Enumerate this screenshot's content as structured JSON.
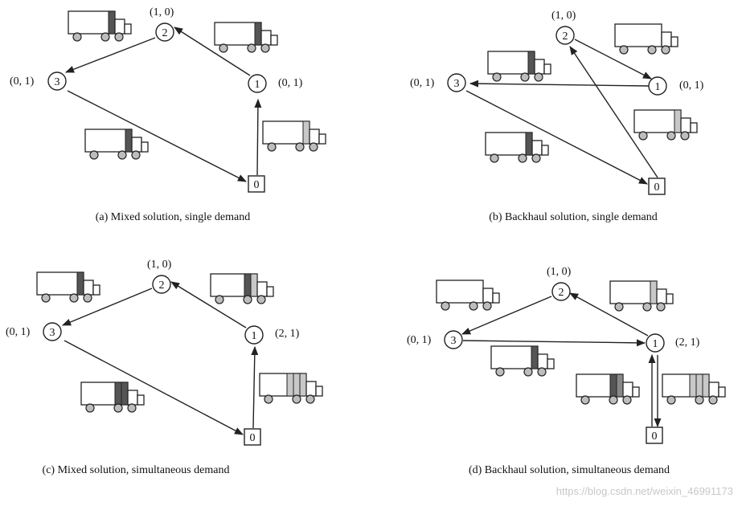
{
  "panels": [
    {
      "caption": "(a) Mixed solution, single demand",
      "nodes": [
        {
          "id": "0",
          "shape": "depot"
        },
        {
          "id": "1",
          "label": "(0, 1)"
        },
        {
          "id": "2",
          "label": "(1, 0)"
        },
        {
          "id": "3",
          "label": "(0, 1)"
        }
      ],
      "route": [
        "0",
        "1",
        "2",
        "3",
        "0"
      ]
    },
    {
      "caption": "(b) Backhaul solution, single demand",
      "nodes": [
        {
          "id": "0",
          "shape": "depot"
        },
        {
          "id": "1",
          "label": "(0, 1)"
        },
        {
          "id": "2",
          "label": "(1, 0)"
        },
        {
          "id": "3",
          "label": "(0, 1)"
        }
      ],
      "route": [
        "0",
        "2",
        "1",
        "3",
        "0"
      ]
    },
    {
      "caption": "(c) Mixed solution, simultaneous demand",
      "nodes": [
        {
          "id": "0",
          "shape": "depot"
        },
        {
          "id": "1",
          "label": "(2, 1)"
        },
        {
          "id": "2",
          "label": "(1, 0)"
        },
        {
          "id": "3",
          "label": "(0, 1)"
        }
      ],
      "route": [
        "0",
        "1",
        "2",
        "3",
        "0"
      ]
    },
    {
      "caption": "(d) Backhaul solution, simultaneous demand",
      "nodes": [
        {
          "id": "0",
          "shape": "depot"
        },
        {
          "id": "1",
          "label": "(2, 1)"
        },
        {
          "id": "2",
          "label": "(1, 0)"
        },
        {
          "id": "3",
          "label": "(0, 1)"
        }
      ],
      "route": [
        "0",
        "1",
        "2",
        "3",
        "1",
        "0"
      ]
    }
  ],
  "colors": {
    "dark_cargo": "#555555",
    "light_cargo": "#c8c8c8",
    "wheel": "#bdbdbd",
    "stroke": "#222222"
  },
  "watermark": "https://blog.csdn.net/weixin_46991173"
}
